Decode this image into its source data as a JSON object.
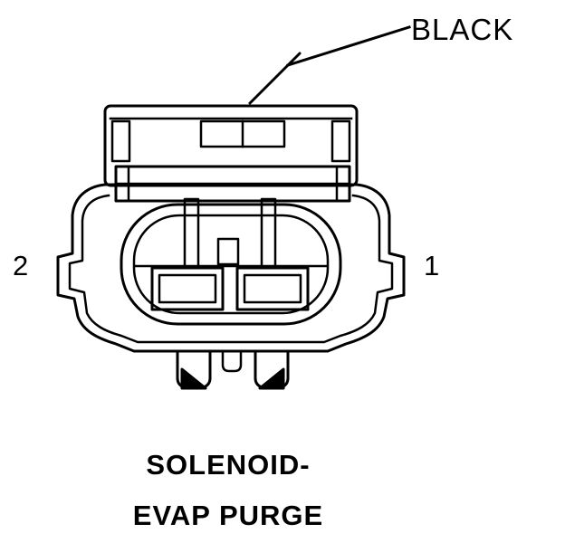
{
  "labels": {
    "color_callout": "BLACK",
    "pin_left": "2",
    "pin_right": "1",
    "title_line1": "SOLENOID-",
    "title_line2": "EVAP PURGE"
  },
  "colors": {
    "line": "#000000",
    "background": "#ffffff"
  }
}
